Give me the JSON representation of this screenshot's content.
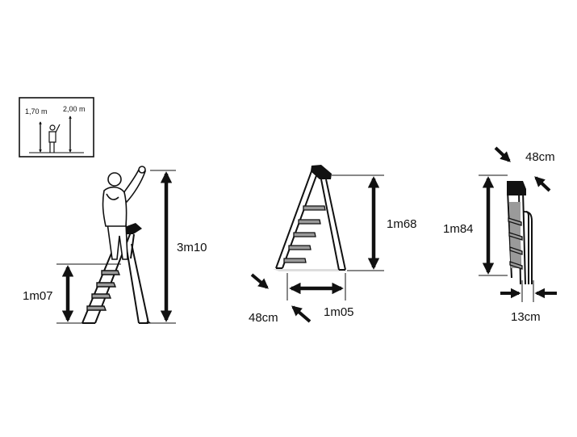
{
  "colors": {
    "ink": "#111111",
    "tread": "#9a9a9a",
    "shadow": "#dddddd",
    "background": "#ffffff"
  },
  "inset": {
    "label_left": "1,70 m",
    "label_right": "2,00 m"
  },
  "ladder_in_use": {
    "reach_height_label": "3m10",
    "platform_height_label": "1m07"
  },
  "ladder_open": {
    "height_label": "1m68",
    "depth_label": "48cm",
    "width_label": "1m05"
  },
  "ladder_folded": {
    "height_label": "1m84",
    "depth_label": "48cm",
    "thickness_label": "13cm"
  }
}
